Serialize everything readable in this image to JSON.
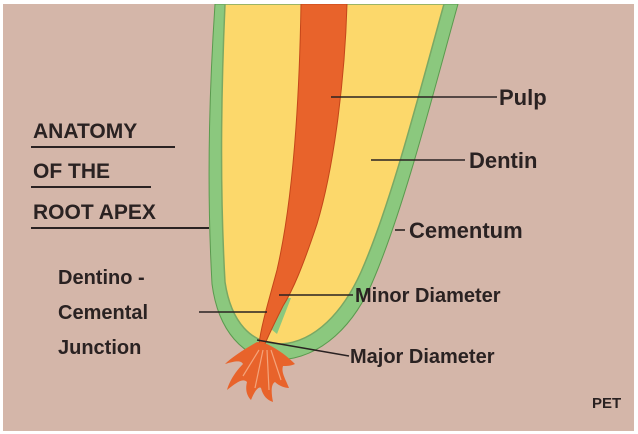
{
  "colors": {
    "background": "#d4b6a9",
    "cementum": "#8bc87e",
    "dentin": "#fcd86b",
    "pulp": "#e8632b",
    "line": "#2a2222"
  },
  "title": {
    "line1": "ANATOMY",
    "line2": "OF THE",
    "line3": "ROOT APEX"
  },
  "labels": {
    "pulp": "Pulp",
    "dentin": "Dentin",
    "cementum": "Cementum",
    "minor_diameter": "Minor Diameter",
    "major_diameter": "Major Diameter",
    "junction_line1": "Dentino -",
    "junction_line2": "Cemental",
    "junction_line3": "Junction"
  },
  "signature": "PET"
}
